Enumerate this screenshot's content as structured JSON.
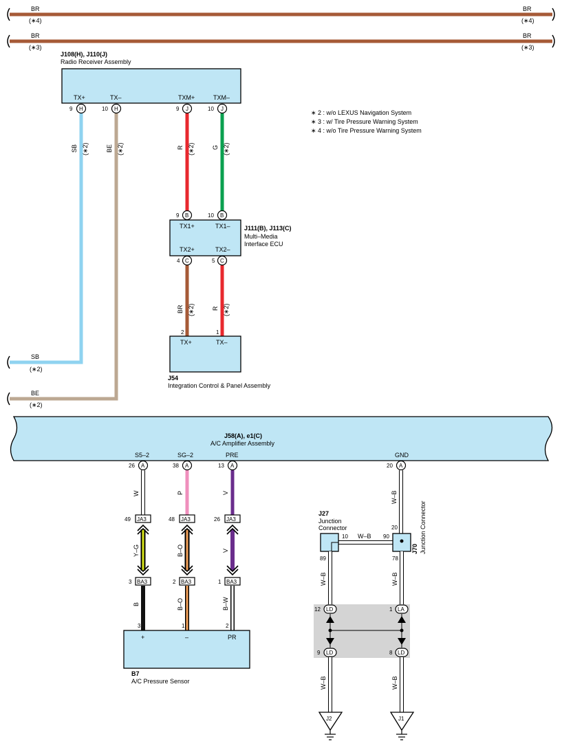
{
  "colors": {
    "BR": "#a65a37",
    "SB": "#8fd3f0",
    "BE": "#bca892",
    "R": "#e8282e",
    "G": "#0aa04f",
    "W": "#ffffff",
    "P": "#ef8fbd",
    "V": "#6a2d8c",
    "B": "#111111",
    "O": "#f5a25a",
    "Y": "#e6e817",
    "box": "#bfe6f5",
    "shade": "#d4d4d4"
  },
  "legend": [
    "∗ 2 : w/o LEXUS Navigation System",
    "∗ 3 : w/ Tire Pressure Warning System",
    "∗ 4 : w/o Tire Pressure Warning System"
  ],
  "wires_top": [
    {
      "code": "BR",
      "note": "(∗4)"
    },
    {
      "code": "BR",
      "note": "(∗3)"
    }
  ],
  "radio": {
    "id": "J108(H), J110(J)",
    "name": "Radio Receiver Assembly",
    "pins": [
      {
        "label": "TX+",
        "num": "9",
        "conn": "H"
      },
      {
        "label": "TX–",
        "num": "10",
        "conn": "H"
      },
      {
        "label": "TXM+",
        "num": "9",
        "conn": "J"
      },
      {
        "label": "TXM–",
        "num": "10",
        "conn": "J"
      }
    ],
    "wires": [
      {
        "code": "SB",
        "note": "(∗2)"
      },
      {
        "code": "BE",
        "note": "(∗2)"
      },
      {
        "code": "R",
        "note": "(∗2)"
      },
      {
        "code": "G",
        "note": "(∗2)"
      }
    ]
  },
  "mmi": {
    "id": "J111(B), J113(C)",
    "name1": "Multi–Media",
    "name2": "Interface ECU",
    "top_pins": [
      {
        "label": "TX1+",
        "num": "9",
        "conn": "B"
      },
      {
        "label": "TX1–",
        "num": "10",
        "conn": "B"
      }
    ],
    "bottom_pins": [
      {
        "label": "TX2+",
        "num": "4",
        "conn": "C"
      },
      {
        "label": "TX2–",
        "num": "5",
        "conn": "C"
      }
    ],
    "wires": [
      {
        "code": "BR",
        "note": "(∗2)"
      },
      {
        "code": "R",
        "note": "(∗2)"
      }
    ]
  },
  "panel": {
    "id": "J54",
    "name": "Integration Control & Panel Assembly",
    "pins": [
      {
        "label": "TX+",
        "num": "2"
      },
      {
        "label": "TX–",
        "num": "1"
      }
    ]
  },
  "left_wires": [
    {
      "code": "SB",
      "note": "(∗2)"
    },
    {
      "code": "BE",
      "note": "(∗2)"
    }
  ],
  "amp": {
    "id": "J58(A), e1(C)",
    "name": "A/C Amplifier Assembly",
    "pins": [
      {
        "label": "S5–2",
        "num": "26",
        "conn": "A",
        "wire": "W"
      },
      {
        "label": "SG–2",
        "num": "38",
        "conn": "A",
        "wire": "P"
      },
      {
        "label": "PRE",
        "num": "13",
        "conn": "A",
        "wire": "V"
      },
      {
        "label": "GND",
        "num": "20",
        "conn": "A",
        "wire": "W–B"
      }
    ]
  },
  "ja3": [
    {
      "num": "49",
      "name": "JA3",
      "wire": "Y–G"
    },
    {
      "num": "48",
      "name": "JA3",
      "wire": "B–O"
    },
    {
      "num": "26",
      "name": "JA3",
      "wire": "V"
    }
  ],
  "ba3": [
    {
      "num": "3",
      "name": "BA3",
      "wire": "B"
    },
    {
      "num": "2",
      "name": "BA3",
      "wire": "B–O"
    },
    {
      "num": "1",
      "name": "BA3",
      "wire": "B–W"
    }
  ],
  "sensor": {
    "id": "B7",
    "name": "A/C Pressure Sensor",
    "pins": [
      {
        "label": "+",
        "num": "3"
      },
      {
        "label": "–",
        "num": "1"
      },
      {
        "label": "PR",
        "num": "2"
      }
    ]
  },
  "j27": {
    "id": "J27",
    "name1": "Junction",
    "name2": "Connector",
    "pin_out": "89",
    "pin_in": "10"
  },
  "j70": {
    "id": "J70",
    "name": "Junction Connector",
    "pin_top": "20",
    "pin_left": "90",
    "pin_bottom": "78"
  },
  "link_wire": "W–B",
  "ground_wires": [
    "W–B",
    "W–B",
    "W–B",
    "W–B",
    "W–B"
  ],
  "ld_block": [
    {
      "num": "12",
      "name": "LD"
    },
    {
      "num": "1",
      "name": "LA"
    },
    {
      "num": "9",
      "name": "LD"
    },
    {
      "num": "8",
      "name": "LD"
    }
  ],
  "grounds": [
    "J2",
    "J1"
  ]
}
